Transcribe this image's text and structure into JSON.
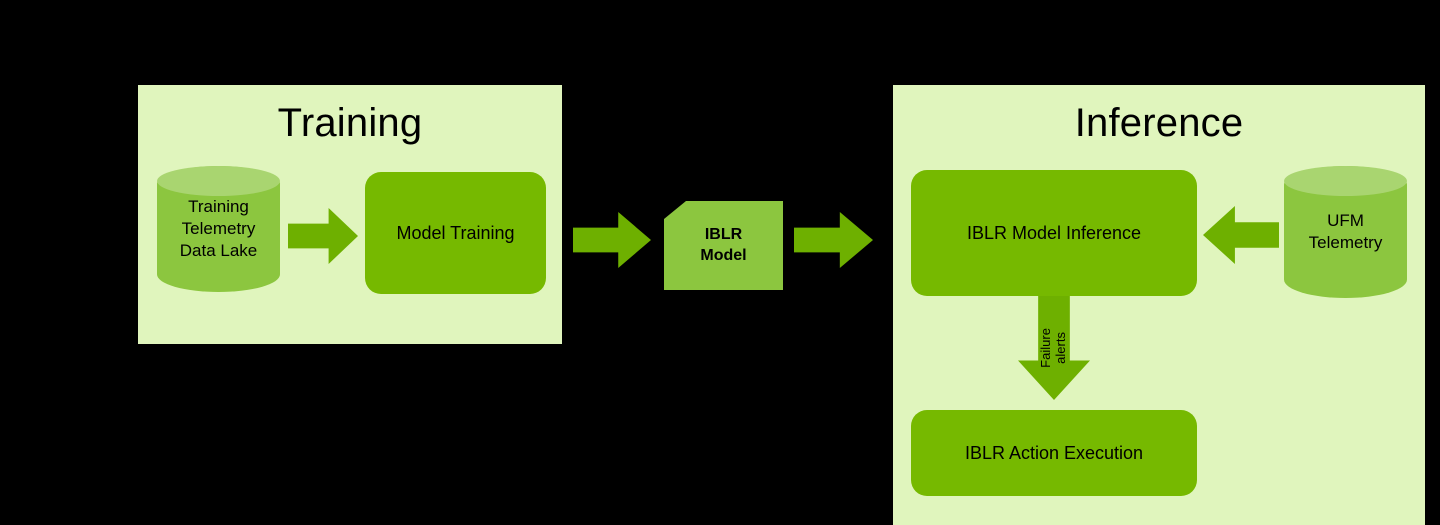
{
  "diagram": {
    "background_color": "#000000",
    "panel_bg_color": "#e0f5bd",
    "box_color": "#76b900",
    "cylinder_color": "#8cc63f",
    "cylinder_top_color": "#a9d570",
    "arrow_color": "#6eb000",
    "text_color": "#000000"
  },
  "training": {
    "title": "Training",
    "datalake": {
      "line1": "Training",
      "line2": "Telemetry",
      "line3": "Data Lake"
    },
    "model_training_box": "Model Training",
    "arrow_datalake_to_training": "right-arrow",
    "arrow_training_to_model": "right-arrow"
  },
  "model": {
    "line1": "IBLR",
    "line2": "Model",
    "arrow_model_to_inference": "right-arrow"
  },
  "inference": {
    "title": "Inference",
    "model_inference_box": "IBLR Model Inference",
    "action_execution_box": "IBLR Action Execution",
    "ufm": {
      "line1": "UFM",
      "line2": "Telemetry"
    },
    "arrow_ufm_to_inference": "left-arrow",
    "failure_alerts": {
      "line1": "Failure",
      "line2": "alerts"
    },
    "arrow_failure_alerts": "down-arrow"
  }
}
